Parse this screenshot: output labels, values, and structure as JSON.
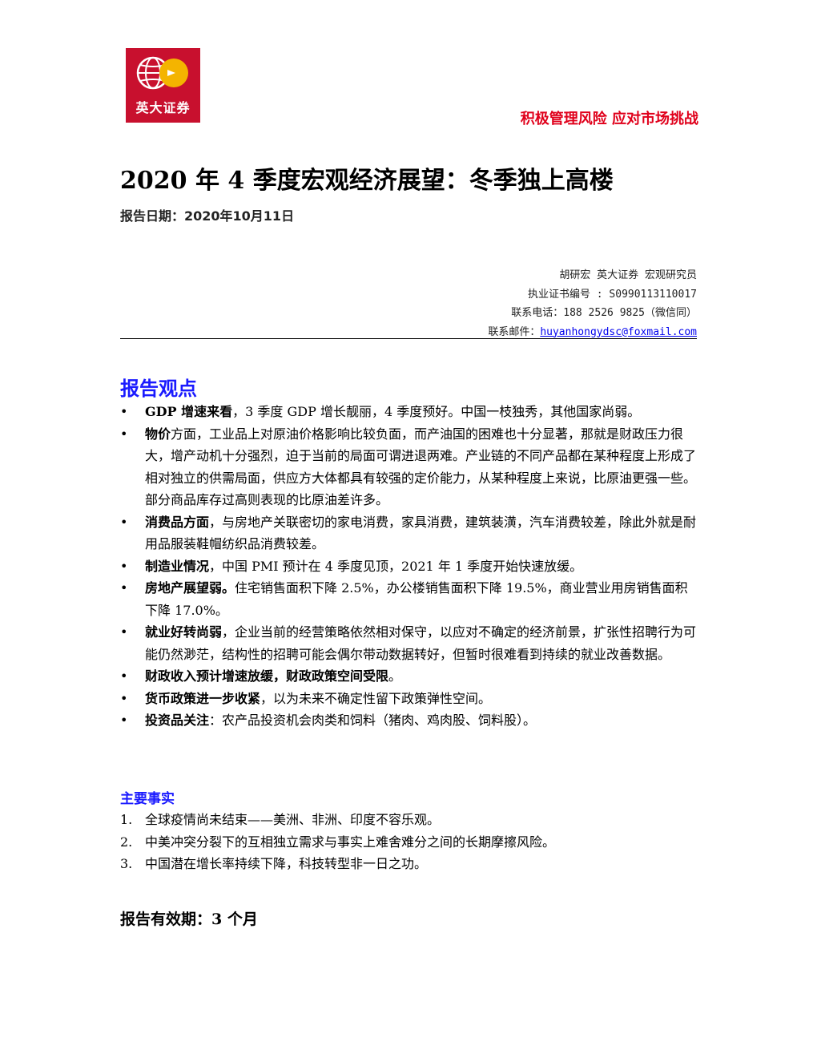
{
  "header": {
    "logo_text": "英大证券",
    "slogan": "积极管理风险 应对市场挑战"
  },
  "title": "2020 年 4 季度宏观经济展望：冬季独上高楼",
  "report_date": "报告日期：2020年10月11日",
  "author": {
    "line1": "胡研宏   英大证券 宏观研究员",
    "line2": "执业证书编号 :  S0990113110017",
    "line3": "联系电话：188 2526 9825（微信同）",
    "line4_label": "联系邮件：",
    "email": "huyanhongydsc@foxmail.com"
  },
  "section_title": "报告观点",
  "bullets": [
    {
      "bold": "GDP 增速来看",
      "text": "，3 季度 GDP 增长靓丽，4 季度预好。中国一枝独秀，其他国家尚弱。"
    },
    {
      "bold": "物价",
      "text": "方面，工业品上对原油价格影响比较负面，而产油国的困难也十分显著，那就是财政压力很大，增产动机十分强烈，迫于当前的局面可谓进退两难。产业链的不同产品都在某种程度上形成了相对独立的供需局面，供应方大体都具有较强的定价能力，从某种程度上来说，比原油更强一些。部分商品库存过高则表现的比原油差许多。"
    },
    {
      "bold": "消费品方面",
      "text": "，与房地产关联密切的家电消费，家具消费，建筑装潢，汽车消费较差，除此外就是耐用品服装鞋帽纺织品消费较差。"
    },
    {
      "bold": "制造业情况",
      "text": "，中国 PMI 预计在 4 季度见顶，2021 年 1 季度开始快速放缓。"
    },
    {
      "bold": "房地产展望弱。",
      "text": "住宅销售面积下降 2.5%，办公楼销售面积下降 19.5%，商业营业用房销售面积下降 17.0%。"
    },
    {
      "bold": "就业好转尚弱",
      "text": "，企业当前的经营策略依然相对保守，以应对不确定的经济前景，扩张性招聘行为可能仍然渺茫，结构性的招聘可能会偶尔带动数据转好，但暂时很难看到持续的就业改善数据。"
    },
    {
      "bold": "财政收入预计增速放缓，财政政策空间受限",
      "text": "。"
    },
    {
      "bold": "货币政策进一步收紧",
      "text": "，以为未来不确定性留下政策弹性空间。"
    },
    {
      "bold": "投资品关注",
      "text": "：农产品投资机会肉类和饲料（猪肉、鸡肉股、饲料股）。"
    }
  ],
  "facts_title": "主要事实",
  "facts": [
    {
      "num": "1.",
      "text": "全球疫情尚未结束——美洲、非洲、印度不容乐观。"
    },
    {
      "num": "2.",
      "text": "中美冲突分裂下的互相独立需求与事实上难舍难分之间的长期摩擦风险。"
    },
    {
      "num": "3.",
      "text": "中国潜在增长率持续下降，科技转型非一日之功。"
    }
  ],
  "validity": "报告有效期：3 个月",
  "colors": {
    "brand_red": "#c8102e",
    "slogan_red": "#e0001b",
    "heading_blue": "#1a1aff"
  }
}
